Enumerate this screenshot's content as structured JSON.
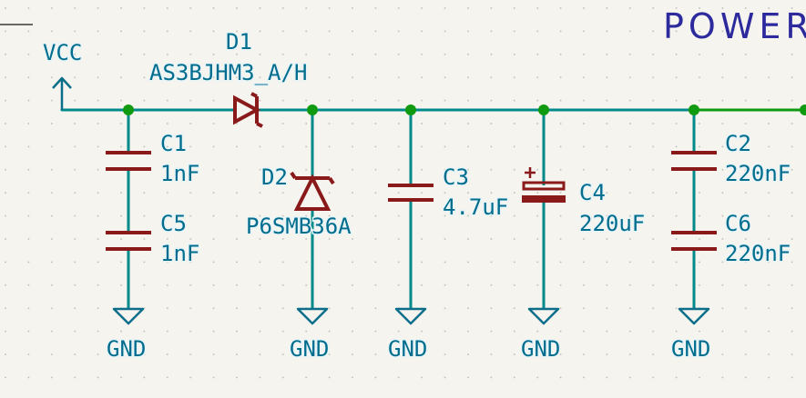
{
  "sheet": {
    "title": "POWER"
  },
  "power": {
    "vcc": "VCC",
    "gnd": "GND"
  },
  "parts": {
    "D1": {
      "ref": "D1",
      "value": "AS3BJHM3_A/H"
    },
    "D2": {
      "ref": "D2",
      "value": "P6SMB36A"
    },
    "C1": {
      "ref": "C1",
      "value": "1nF"
    },
    "C5": {
      "ref": "C5",
      "value": "1nF"
    },
    "C3": {
      "ref": "C3",
      "value": "4.7uF"
    },
    "C4": {
      "ref": "C4",
      "value": "220uF"
    },
    "C2": {
      "ref": "C2",
      "value": "220nF"
    },
    "C6": {
      "ref": "C6",
      "value": "220nF"
    }
  },
  "colors": {
    "background": "#f5f4ef",
    "wire": "#008a8a",
    "symbol": "#8a1a1a",
    "label": "#006d8f",
    "junction": "#0f9a0f",
    "title": "#2d2a9e"
  }
}
